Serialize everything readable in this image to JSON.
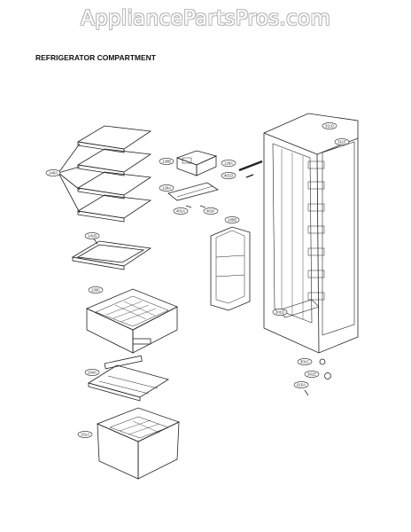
{
  "watermark": "AppliancePartsPros.com",
  "section_title": "REFRIGERATOR COMPARTMENT",
  "callouts": {
    "shelves": "140A",
    "tray": "141B",
    "crisper_top": "139C",
    "crisper_mid": "154A",
    "crisper_bottom": "151A",
    "module": "130B",
    "bar": "128A",
    "bracket": "129A",
    "clip1": "401D",
    "screw1": "401A",
    "screw2": "401F",
    "panel": "185B",
    "top_right1": "311D",
    "top_right2": "311E",
    "lower_right1": "301D",
    "lower_right2": "301C",
    "lower_right3": "301E",
    "lamp": "615A"
  }
}
